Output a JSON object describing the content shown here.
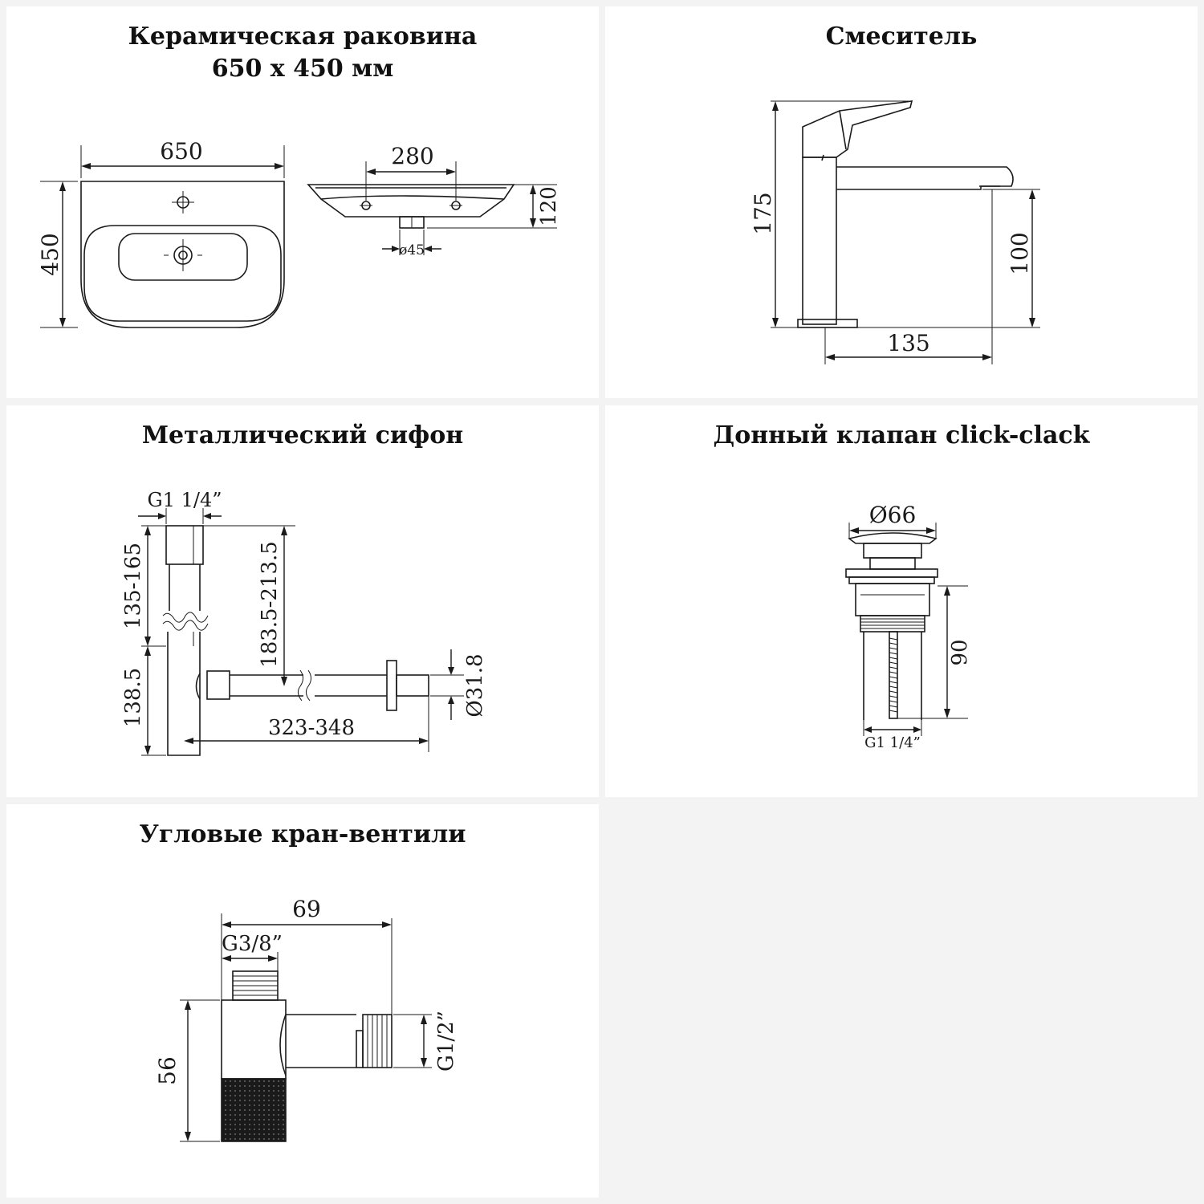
{
  "panels": {
    "sink": {
      "title_line1": "Керамическая раковина",
      "title_line2": "650 x 450 мм",
      "dims": {
        "width": "650",
        "depth": "450",
        "holes": "280",
        "height": "120",
        "drain": "ø45"
      }
    },
    "faucet": {
      "title": "Смеситель",
      "dims": {
        "height": "175",
        "spout_height": "100",
        "reach": "135"
      }
    },
    "siphon": {
      "title": "Металлический сифон",
      "dims": {
        "thread": "G1 1/4”",
        "upper": "135-165",
        "total": "183.5-213.5",
        "lower": "138.5",
        "length": "323-348",
        "outlet": "Ø31.8"
      }
    },
    "valve": {
      "title": "Донный клапан click-clack",
      "dims": {
        "cap": "Ø66",
        "height": "90",
        "thread": "G1 1/4”"
      }
    },
    "angle_valve": {
      "title": "Угловые кран-вентили",
      "dims": {
        "length": "69",
        "inlet": "G3/8”",
        "height": "56",
        "outlet": "G1/2”"
      }
    }
  }
}
